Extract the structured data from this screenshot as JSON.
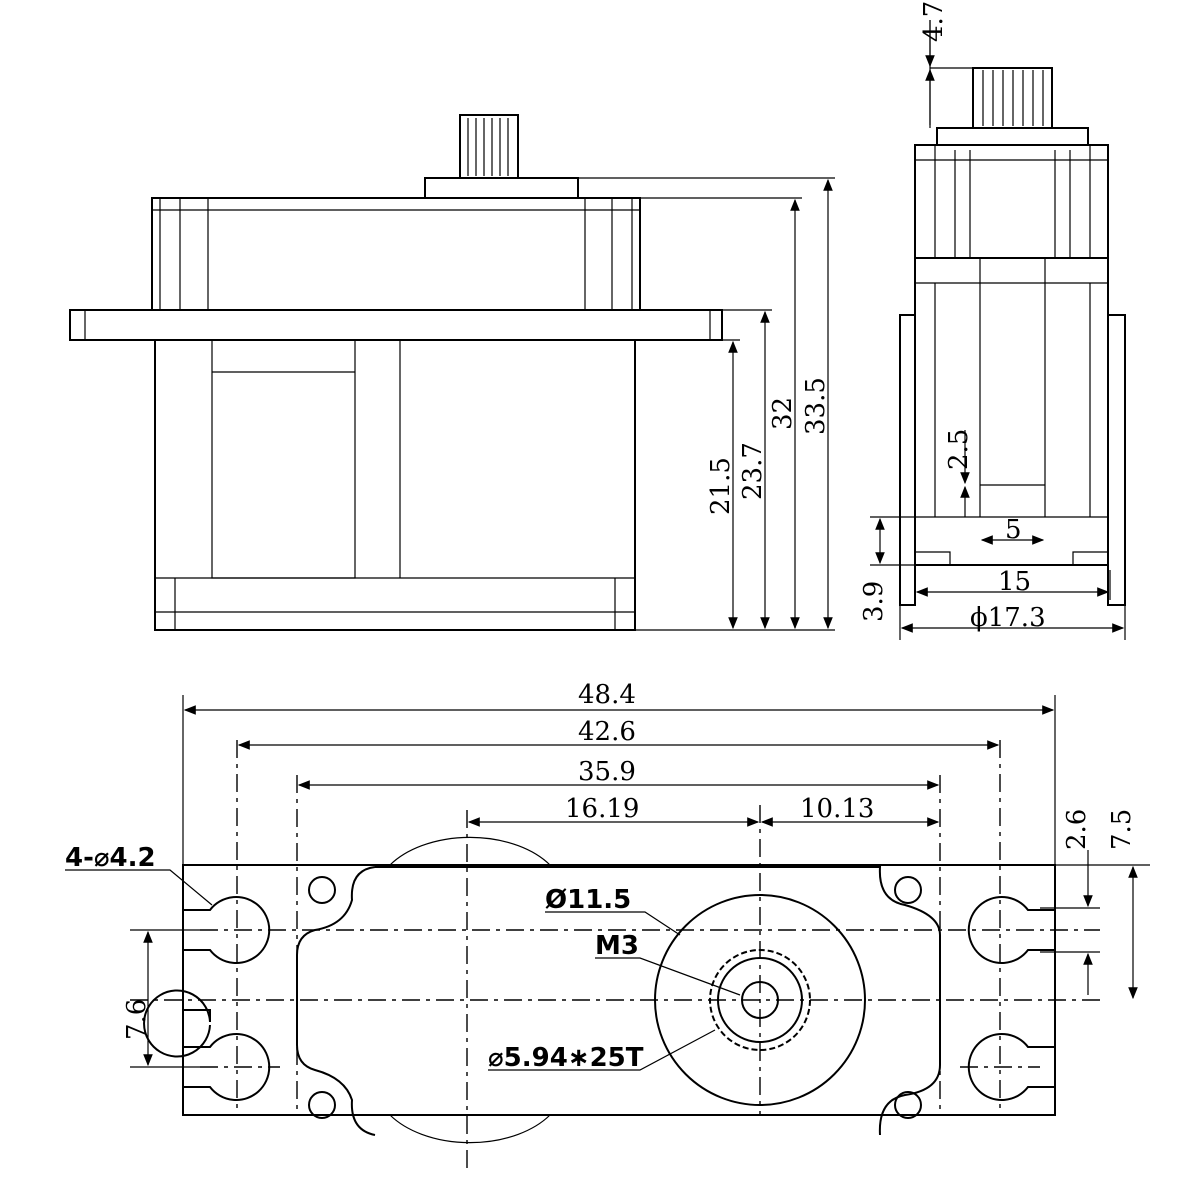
{
  "front_view": {
    "dims": {
      "h21_5": "21.5",
      "h23_7": "23.7",
      "h32": "32",
      "h33_5": "33.5"
    }
  },
  "side_view": {
    "dims": {
      "h4_7": "4.7",
      "h2_5": "2.5",
      "w5": "5",
      "h3_9": "3.9",
      "w15": "15",
      "d17_3": "ϕ17.3"
    }
  },
  "bottom_view": {
    "dims": {
      "w48_4": "48.4",
      "w42_6": "42.6",
      "w35_9": "35.9",
      "w16_19": "16.19",
      "w10_13": "10.13",
      "h2_6": "2.6",
      "h7_5": "7.5",
      "h7_6": "7.6"
    },
    "callouts": {
      "holes": "4-⌀4.2",
      "horn_dia": "Ø11.5",
      "screw": "M3",
      "spline": "⌀5.94∗25T"
    }
  }
}
